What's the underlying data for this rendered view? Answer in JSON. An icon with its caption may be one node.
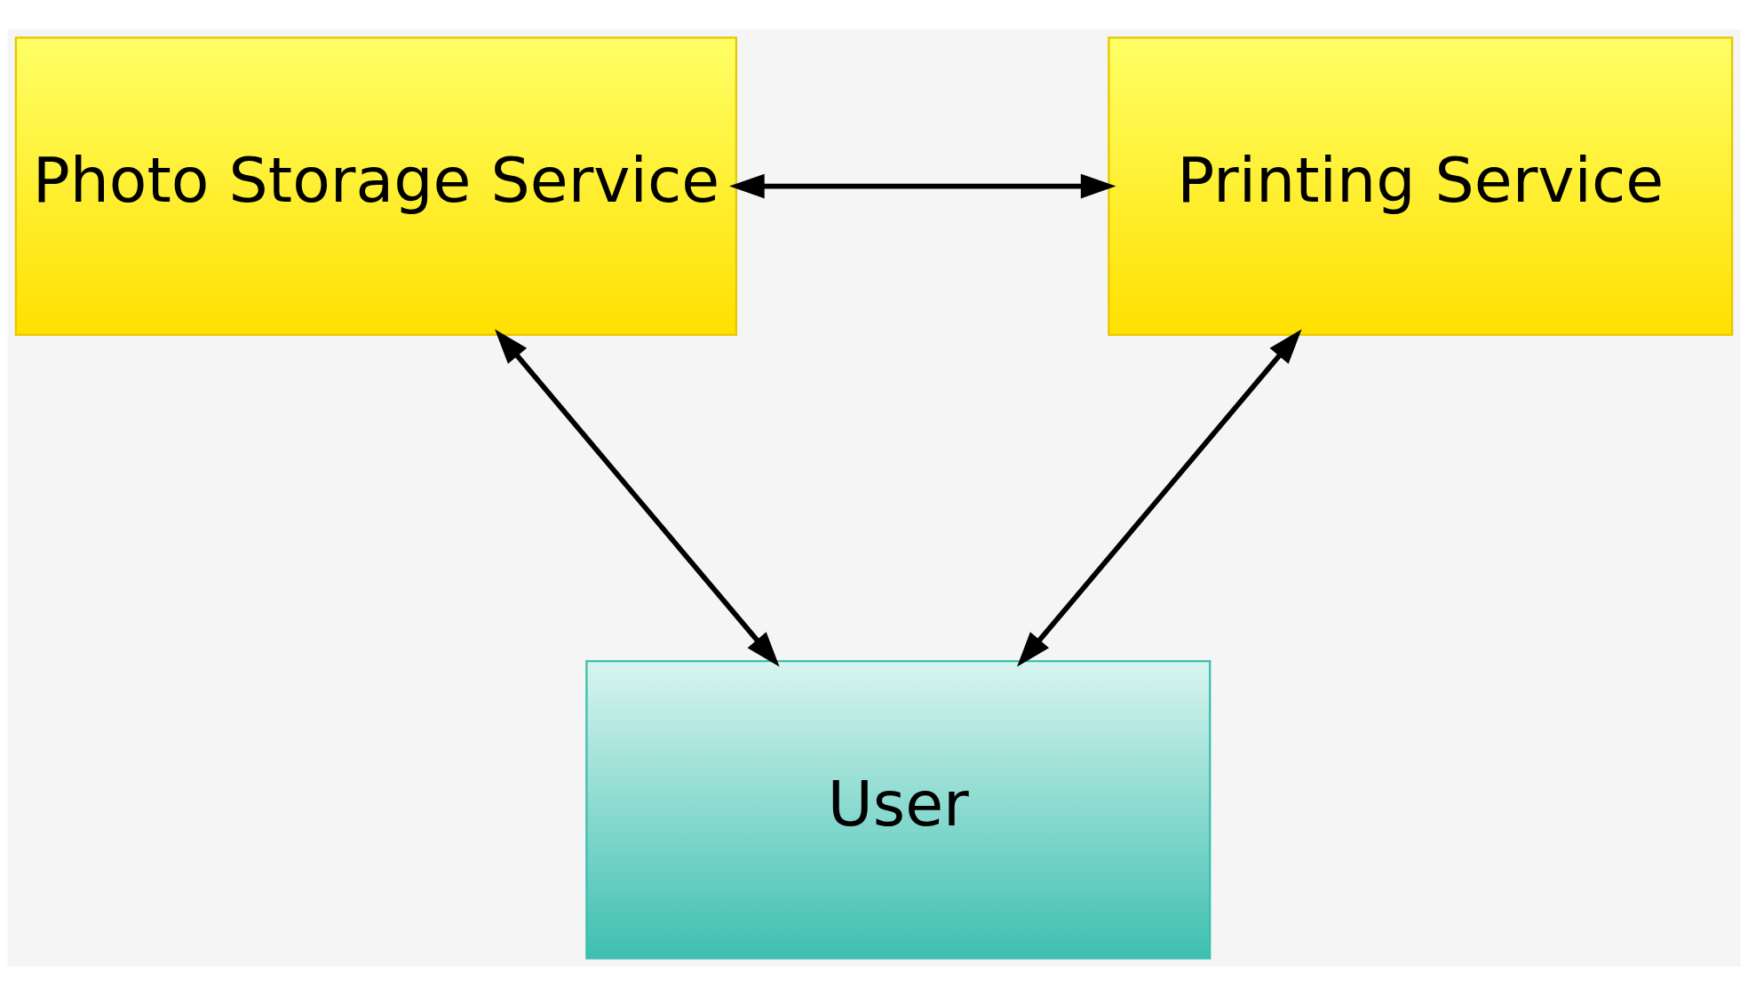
{
  "diagram": {
    "nodes": [
      {
        "text": [
          "Photo Storage Service"
        ]
      },
      {
        "text": [
          "Printing Service"
        ]
      },
      {
        "text": [
          "User"
        ]
      }
    ],
    "edges": [
      {
        "from": 0,
        "to": 1,
        "arrow": "both"
      },
      {
        "from": 0,
        "to": 2,
        "arrow": "both"
      },
      {
        "from": 1,
        "to": 2,
        "arrow": "both"
      }
    ]
  }
}
